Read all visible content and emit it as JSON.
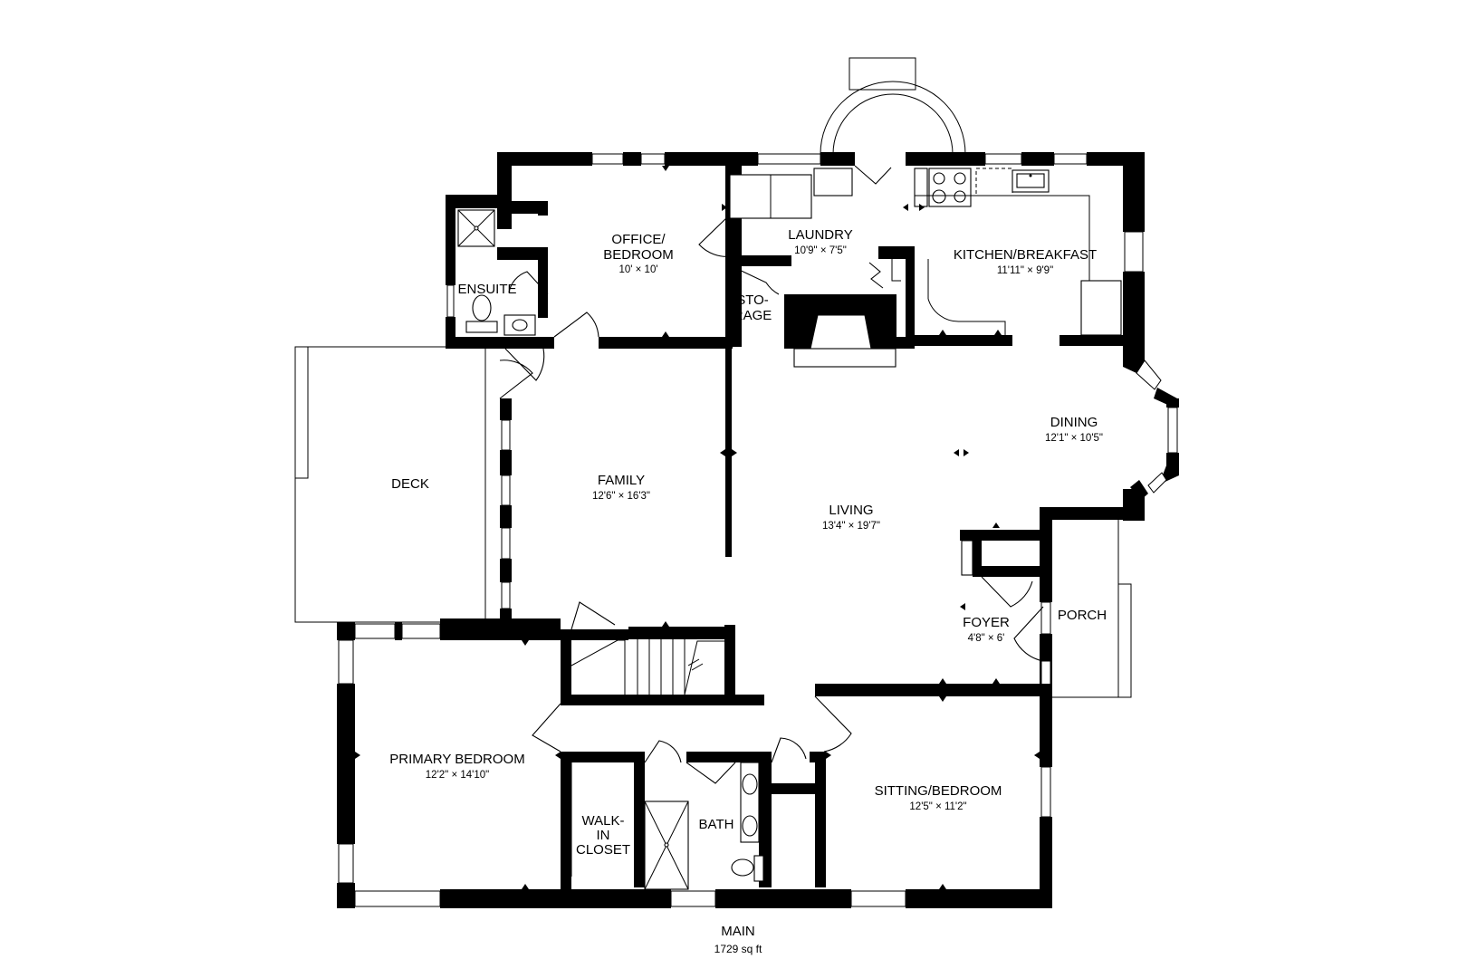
{
  "rooms": {
    "office": {
      "name_line1": "OFFICE/",
      "name_line2": "BEDROOM",
      "dims": "10' × 10'"
    },
    "ensuite": {
      "name": "ENSUITE"
    },
    "laundry": {
      "name": "LAUNDRY",
      "dims": "10'9\" × 7'5\""
    },
    "storage": {
      "name_line1": "STO-",
      "name_line2": "RAGE"
    },
    "kitchen": {
      "name": "KITCHEN/BREAKFAST",
      "dims": "11'11\" × 9'9\""
    },
    "dining": {
      "name": "DINING",
      "dims": "12'1\" × 10'5\""
    },
    "deck": {
      "name": "DECK"
    },
    "family": {
      "name": "FAMILY",
      "dims": "12'6\" × 16'3\""
    },
    "living": {
      "name": "LIVING",
      "dims": "13'4\" × 19'7\""
    },
    "foyer": {
      "name": "FOYER",
      "dims": "4'8\" × 6'"
    },
    "porch": {
      "name": "PORCH"
    },
    "primary_bedroom": {
      "name": "PRIMARY BEDROOM",
      "dims": "12'2\" × 14'10\""
    },
    "walk_in_closet": {
      "name_line1": "WALK-",
      "name_line2": "IN",
      "name_line3": "CLOSET"
    },
    "bath": {
      "name": "BATH"
    },
    "sitting_bedroom": {
      "name": "SITTING/BEDROOM",
      "dims": "12'5\" × 11'2\""
    }
  },
  "floor": {
    "label": "MAIN",
    "area": "1729 sq ft"
  },
  "colors": {
    "walls": "#000000",
    "background": "#ffffff"
  },
  "icons": [
    "door-swing-icon",
    "window-icon",
    "stove-icon",
    "sink-icon",
    "toilet-icon",
    "shower-icon",
    "fireplace-icon",
    "stairs-icon",
    "dimension-marker-icon"
  ]
}
